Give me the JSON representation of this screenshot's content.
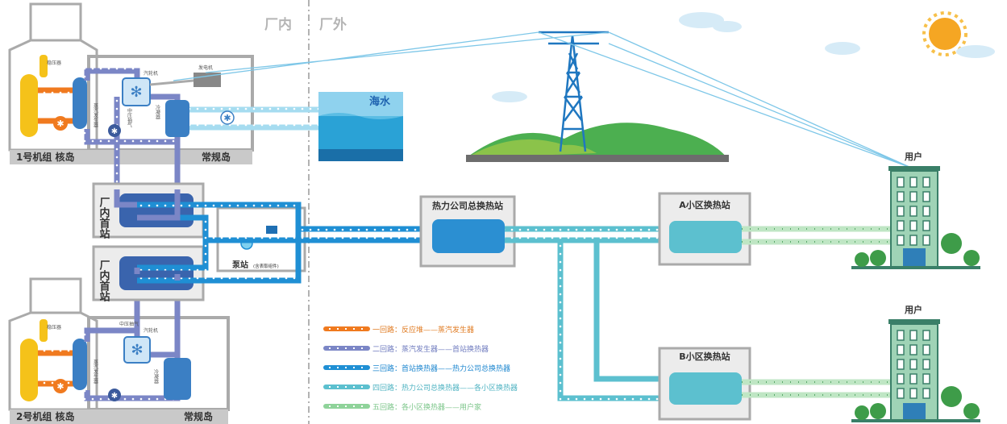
{
  "zones": {
    "inside": "厂内",
    "outside": "厂外"
  },
  "unit1": {
    "label": "1号机组  核岛",
    "conventional": "常规岛"
  },
  "unit2": {
    "label": "2号机组  核岛",
    "conventional": "常规岛"
  },
  "components": {
    "pressurizer": "稳压器",
    "turbine": "汽轮机",
    "generator": "发电机",
    "steam_generator": "蒸汽发生器",
    "mid_pressure_extraction": "中压抽气",
    "condenser": "冷凝器",
    "seawater": "海水"
  },
  "first_station_1": "厂内首站",
  "first_station_2": "厂内首站",
  "pump_station": {
    "label": "泵站",
    "note": "(含表取组件)"
  },
  "heat_company_station": "热力公司总换热站",
  "district_a": "A小区换热站",
  "district_b": "B小区换热站",
  "users": {
    "top": "用户",
    "bottom": "用户"
  },
  "legend": [
    {
      "color": "#f07a1f",
      "text": "一回路：反应堆——蒸汽发生器",
      "text_color": "#e07b22"
    },
    {
      "color": "#7b86c6",
      "text": "二回路：蒸汽发生器——首站换热器",
      "text_color": "#6f7bbf"
    },
    {
      "color": "#1f8fd4",
      "text": "三回路：首站换热器——热力公司总换热器",
      "text_color": "#1c86cf"
    },
    {
      "color": "#5cc0cf",
      "text": "四回路：热力公司总换热器——各小区换热器",
      "text_color": "#4fb3c2"
    },
    {
      "color": "#8fd39a",
      "text": "五回路：各小区换热器——用户家",
      "text_color": "#7cc68a"
    }
  ],
  "colors": {
    "loop1": "#f07a1f",
    "loop2": "#7b86c6",
    "loop3": "#1f8fd4",
    "loop4": "#5cc0cf",
    "loop5": "#8fd39a",
    "building": "#9fd3b6",
    "sun": "#f5a623"
  }
}
